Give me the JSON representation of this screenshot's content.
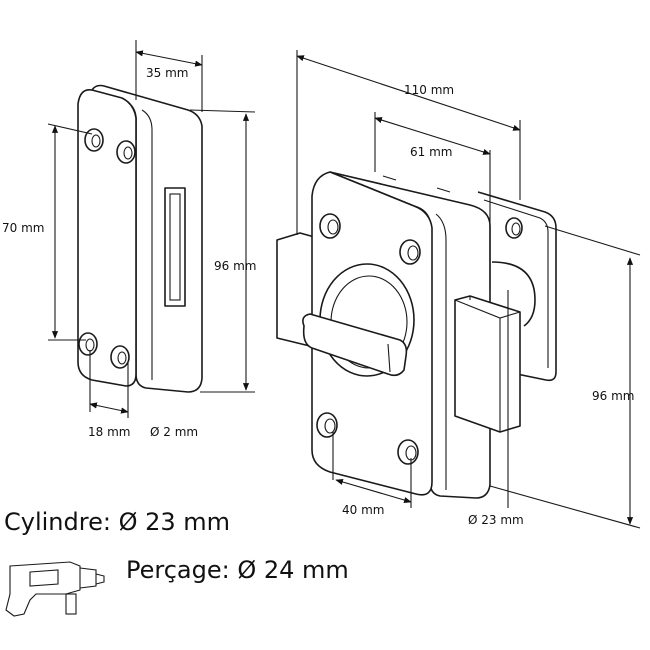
{
  "dimensions": {
    "keeper_width": "35 mm",
    "keeper_hole_spacing_vertical": "70 mm",
    "keeper_height": "96 mm",
    "keeper_hole_spacing_horizontal": "18 mm",
    "keeper_hole_diameter": "Ø 2 mm",
    "lock_total_width": "110 mm",
    "lock_body_width": "61 mm",
    "lock_height": "96 mm",
    "lock_hole_spacing": "40 mm",
    "lock_cylinder_diameter": "Ø 23 mm"
  },
  "specs": {
    "cylinder": "Cylindre: Ø 23 mm",
    "drilling": "Perçage: Ø 24 mm"
  }
}
